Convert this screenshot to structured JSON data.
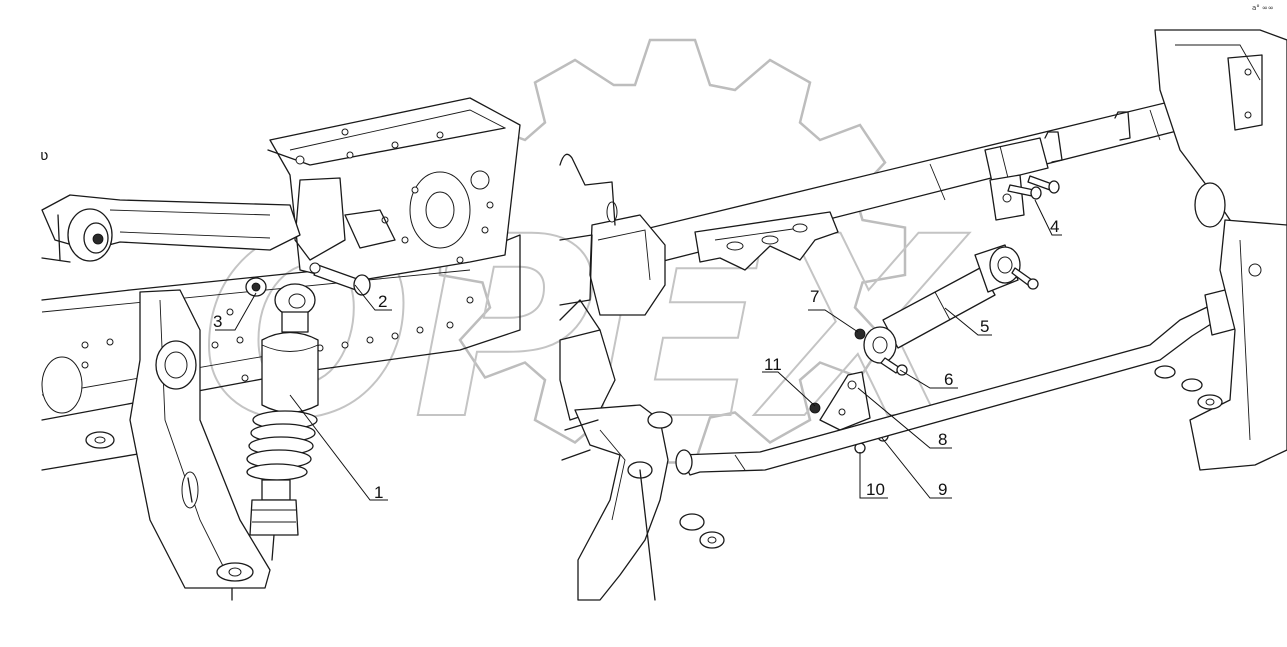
{
  "watermark": {
    "text": "OPEX"
  },
  "corner_mark": "a° ∞∞",
  "callouts": [
    {
      "number": "1"
    },
    {
      "number": "2"
    },
    {
      "number": "3"
    },
    {
      "number": "4"
    },
    {
      "number": "5"
    },
    {
      "number": "6"
    },
    {
      "number": "7"
    },
    {
      "number": "8"
    },
    {
      "number": "9"
    },
    {
      "number": "10"
    },
    {
      "number": "11"
    }
  ]
}
